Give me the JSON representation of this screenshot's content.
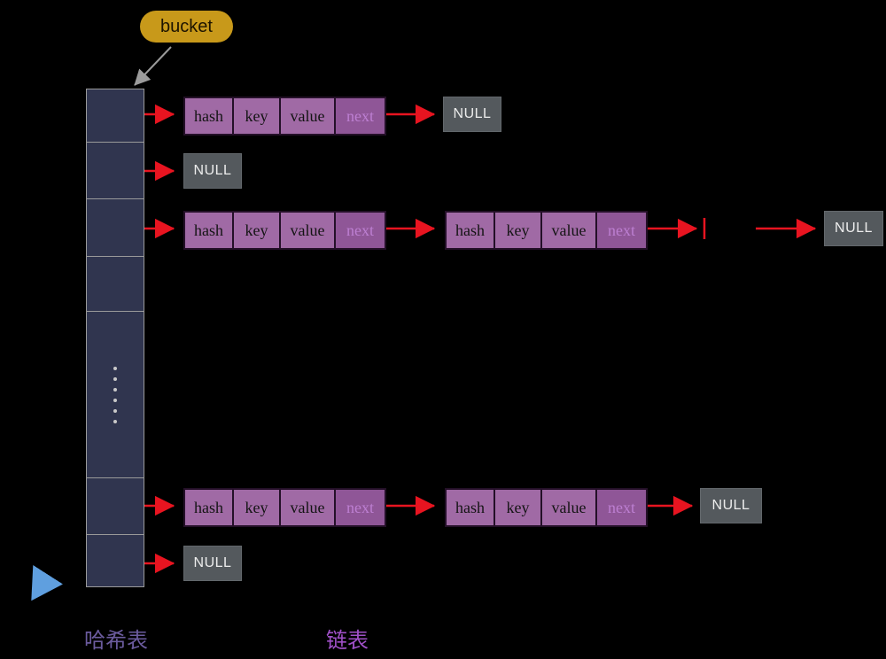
{
  "colors": {
    "background": "#000000",
    "bucket_pill": "#c8991a",
    "array_fill": "#30354f",
    "node_fill": "#a06aa5",
    "next_fill": "#8f5697",
    "node_border": "#241028",
    "next_text": "#bd7fd2",
    "null_fill": "#54595d",
    "arrow_red": "#e81420",
    "arrow_gray": "#9b9b9b",
    "arrow_blue": "#5f9fdf",
    "hash_table_label_color": "#6b5b9e",
    "linked_list_label_color": "#a050c8"
  },
  "bucket_label": "bucket",
  "node_fields": [
    "hash",
    "key",
    "value",
    "next"
  ],
  "null_label": "NULL",
  "footer": {
    "hash_table_label": "哈希表",
    "linked_list_label": "链表"
  }
}
